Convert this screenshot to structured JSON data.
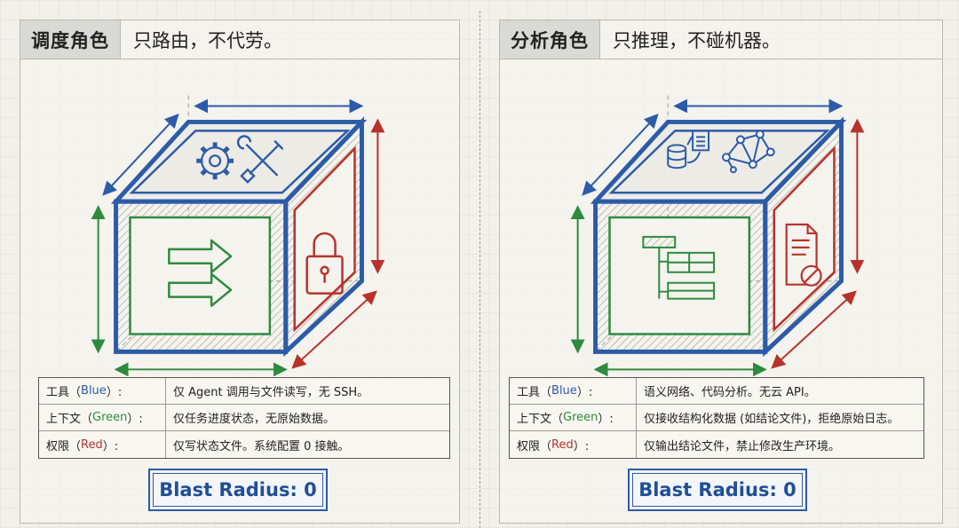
{
  "panels": [
    {
      "id": "scheduler",
      "tag": "调度角色",
      "subtitle": "只路由，不代劳。",
      "rows": [
        {
          "key": "工具",
          "color_word": "Blue",
          "value": "仅 Agent 调用与文件读写，无 SSH。"
        },
        {
          "key": "上下文",
          "color_word": "Green",
          "value": "仅任务进度状态，无原始数据。"
        },
        {
          "key": "权限",
          "color_word": "Red",
          "value": "仅写状态文件。系统配置 0 接触。"
        }
      ],
      "badge": "Blast Radius: 0",
      "icons": [
        "gear-icon",
        "wrench-screwdriver-icon",
        "arrows-right-icon",
        "padlock-icon"
      ]
    },
    {
      "id": "analyst",
      "tag": "分析角色",
      "subtitle": "只推理，不碰机器。",
      "rows": [
        {
          "key": "工具",
          "color_word": "Blue",
          "value": "语义网络、代码分析。无云 API。"
        },
        {
          "key": "上下文",
          "color_word": "Green",
          "value": "仅接收结构化数据 (如结论文件)，拒绝原始日志。"
        },
        {
          "key": "权限",
          "color_word": "Red",
          "value": "仅输出结论文件，禁止修改生产环境。"
        }
      ],
      "badge": "Blast Radius: 0",
      "icons": [
        "database-document-icon",
        "network-graph-icon",
        "structured-table-icon",
        "document-forbidden-icon"
      ]
    }
  ],
  "colors": {
    "blue": "#2c5ba8",
    "green": "#2e8b3e",
    "red": "#b8322c",
    "background": "#f1f0ea"
  }
}
